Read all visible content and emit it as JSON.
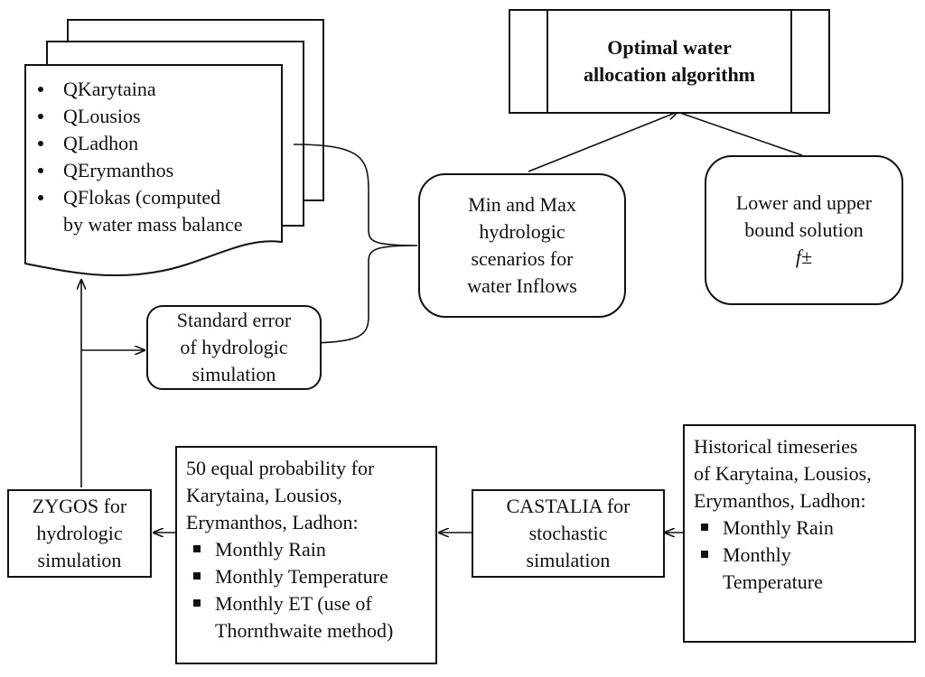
{
  "nodes": {
    "algorithm": {
      "lines": [
        "Optimal water",
        "allocation algorithm"
      ]
    },
    "scenarios": {
      "lines": [
        "Min and Max",
        "hydrologic",
        "scenarios for",
        "water Inflows"
      ]
    },
    "bounds": {
      "lines": [
        "Lower and upper",
        "bound solution"
      ],
      "symbol": "f±"
    },
    "standard_error": {
      "lines": [
        "Standard error",
        "of hydrologic",
        "simulation"
      ]
    },
    "flows_document": {
      "items": [
        {
          "lines": [
            "QKarytaina"
          ]
        },
        {
          "lines": [
            "QLousios"
          ]
        },
        {
          "lines": [
            "QLadhon"
          ]
        },
        {
          "lines": [
            "QErymanthos"
          ]
        },
        {
          "lines": [
            "QFlokas (computed",
            "by water mass balance"
          ]
        }
      ]
    },
    "zygos": {
      "lines": [
        "ZYGOS for",
        "hydrologic",
        "simulation"
      ]
    },
    "probability": {
      "heading": [
        "50 equal probability for",
        "Karytaina, Lousios,",
        "Erymanthos, Ladhon:"
      ],
      "items": [
        {
          "lines": [
            "Monthly Rain"
          ]
        },
        {
          "lines": [
            "Monthly Temperature"
          ]
        },
        {
          "lines": [
            "Monthly ET (use of",
            "Thornthwaite method)"
          ]
        }
      ]
    },
    "castalia": {
      "lines": [
        "CASTALIA for",
        "stochastic",
        "simulation"
      ]
    },
    "historical": {
      "heading": [
        "Historical timeseries",
        "of Karytaina, Lousios,",
        "Erymanthos, Ladhon:"
      ],
      "items": [
        {
          "lines": [
            "Monthly Rain"
          ]
        },
        {
          "lines": [
            "Monthly",
            "Temperature"
          ]
        }
      ]
    }
  }
}
